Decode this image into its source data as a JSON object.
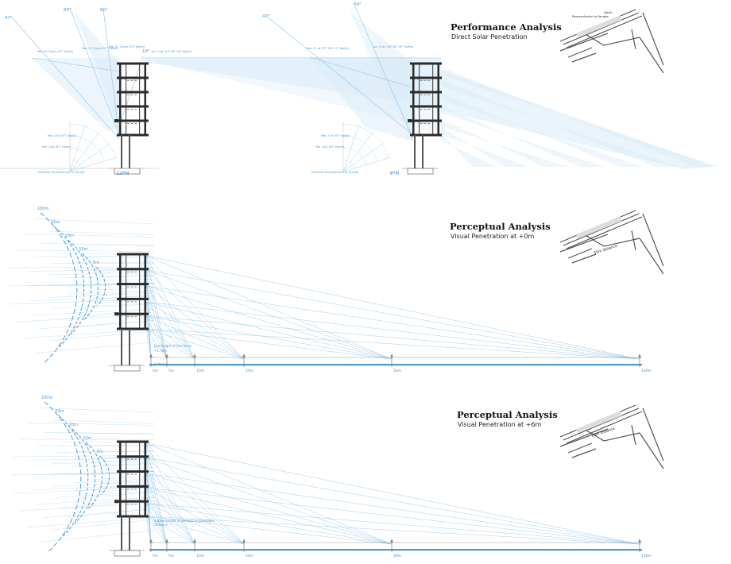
{
  "colors": {
    "ray": "#8fc3ea",
    "ray_dark": "#4d97d4",
    "fill": "#d9ebf8",
    "struct": "#2b2b2b",
    "label": "#4d97d4",
    "grey": "#7a7a7a"
  },
  "performance": {
    "title": "Performance Analysis",
    "subtitle": "Direct Solar Penetration",
    "angles_left": [
      "47°",
      "69°",
      "80°",
      "18°"
    ],
    "angles_right": [
      "47°",
      "69°"
    ],
    "ray_notes_left": [
      "Mar 21 10am (47° North)",
      "Mar 21 12pm (57° North)",
      "Mar 21 12pm (57° North)",
      "Jun 21st (13° 80' 28° North)"
    ],
    "ray_notes_right": [
      "Mar 21 at (57° 80' 17° North)",
      "Jun 21st (18° 80' 26° North)"
    ],
    "compass_notes": [
      "Mar 21st (61° North)",
      "Mar 21st (57° North)",
      "Direction Perpendicular to Facade"
    ],
    "time_left": "12PM",
    "time_right": "4PM",
    "key_labels": [
      "Perpendicular to Facade",
      "North"
    ]
  },
  "perceptual_0": {
    "title": "Perceptual Analysis",
    "subtitle": "Visual Penetration at +0m",
    "arc_labels": [
      "100m",
      "50m",
      "20m",
      "10m",
      "5m"
    ],
    "distances": [
      "0m",
      "5m",
      "10m",
      "20m",
      "50m",
      "100m"
    ],
    "notes": [
      "Eye height of line faces",
      "+1.70m",
      "distance"
    ],
    "key_label": "50m distance"
  },
  "perceptual_6": {
    "title": "Perceptual Analysis",
    "subtitle": "Visual Penetration at +6m",
    "arc_labels": [
      "100m",
      "50m",
      "20m",
      "10m",
      "5m"
    ],
    "distances": [
      "0m",
      "5m",
      "10m",
      "20m",
      "50m",
      "100m"
    ],
    "notes": [
      "approx height of pedestrian/passages",
      "distance"
    ],
    "key_label": "50m distance"
  }
}
